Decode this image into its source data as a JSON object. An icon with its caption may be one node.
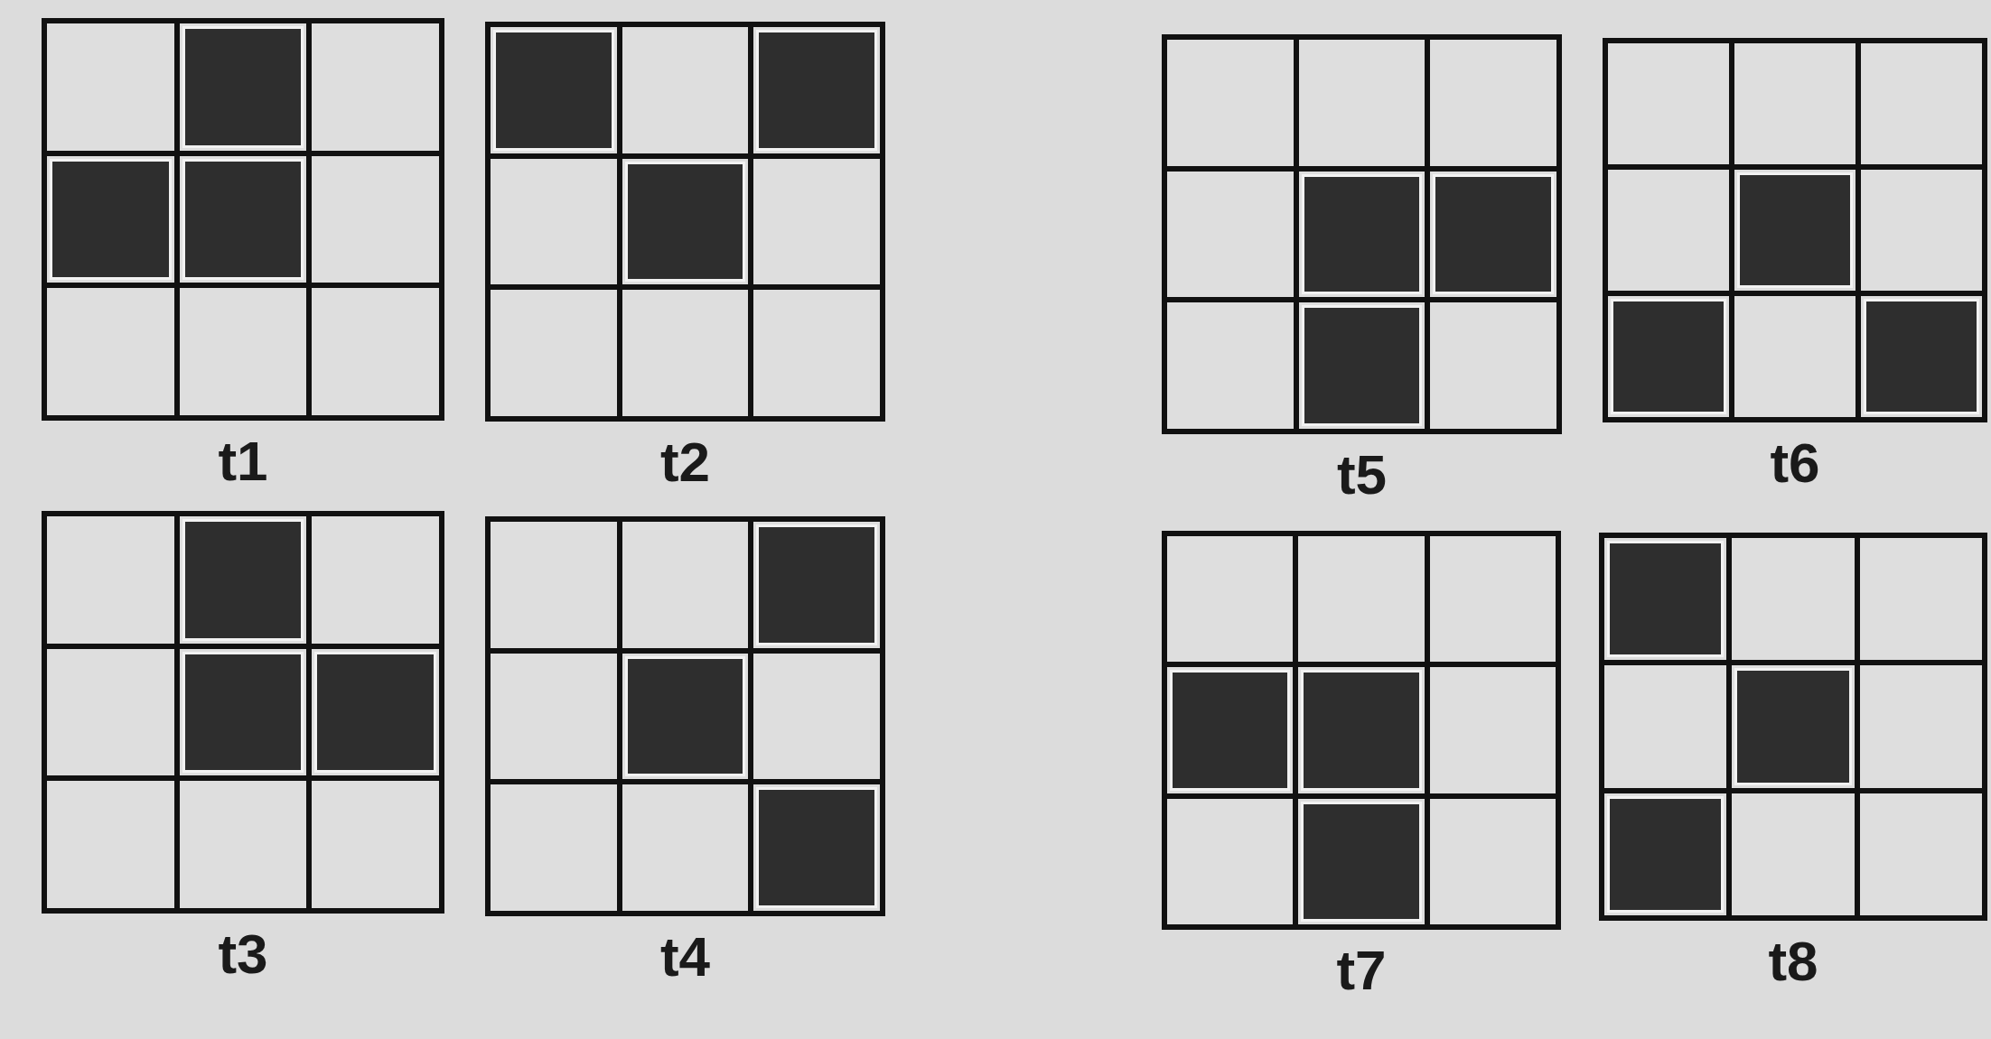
{
  "diagram": {
    "nodes": [
      {
        "text": [
          "t1"
        ]
      },
      {
        "text": [
          "t2"
        ]
      },
      {
        "text": [
          "t3"
        ]
      },
      {
        "text": [
          "t4"
        ]
      },
      {
        "text": [
          "t5"
        ]
      },
      {
        "text": [
          "t6"
        ]
      },
      {
        "text": [
          "t7"
        ]
      },
      {
        "text": [
          "t8"
        ]
      }
    ]
  }
}
